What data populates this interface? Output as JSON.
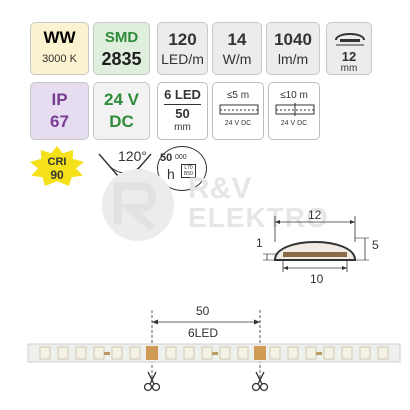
{
  "spec_tiles": {
    "ww": {
      "title": "WW",
      "subtitle": "3000 K"
    },
    "smd": {
      "title": "SMD",
      "value": "2835"
    },
    "leds": {
      "value": "120",
      "unit": "LED/m"
    },
    "power": {
      "value": "14",
      "unit": "W/m"
    },
    "flux": {
      "value": "1040",
      "unit": "lm/m"
    },
    "profile": {
      "value": "12",
      "unit": "mm"
    },
    "ip": {
      "title": "IP",
      "value": "67"
    },
    "voltage": {
      "value": "24 V",
      "unit": "DC"
    },
    "segment": {
      "value": "6 LED",
      "length": "50",
      "unit": "mm"
    },
    "run5": {
      "label": "≤5 m",
      "supply": "24 V DC"
    },
    "run10": {
      "label": "≤10 m",
      "supply": "24 V DC"
    },
    "cri": {
      "title": "CRI",
      "value": "90"
    },
    "angle": {
      "value": "120°"
    },
    "life": {
      "value": "50",
      "suffix": "000",
      "unit": "h",
      "l": "L70",
      "b": "B50"
    }
  },
  "watermark": {
    "line1": "R&V",
    "line2": "ELEKTRO"
  },
  "profile_drawing": {
    "width_top": "12",
    "height_left": "1",
    "height_right": "5",
    "width_bottom": "10"
  },
  "strip_drawing": {
    "length": "50",
    "leds": "6LED"
  },
  "colors": {
    "border": "#c8c8c8",
    "purple": "#7a3b93",
    "green": "#2e8b3a",
    "gray_text": "#333333",
    "cri_yellow": "#f5e11a"
  },
  "icons": [
    "profile-icon",
    "strip-run-icon",
    "beam-angle-icon",
    "lifetime-icon",
    "scissors-icon"
  ]
}
